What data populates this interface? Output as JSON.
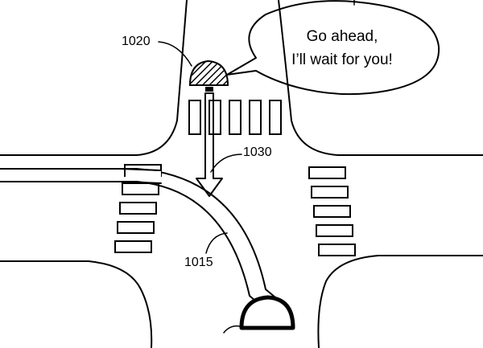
{
  "labels": {
    "pedestrian": "1020",
    "direction": "1030",
    "path": "1015"
  },
  "speech_bubble": {
    "line1": "Go ahead,",
    "line2": "I’ll wait for you!"
  },
  "colors": {
    "stroke": "#000000",
    "background": "#ffffff"
  }
}
